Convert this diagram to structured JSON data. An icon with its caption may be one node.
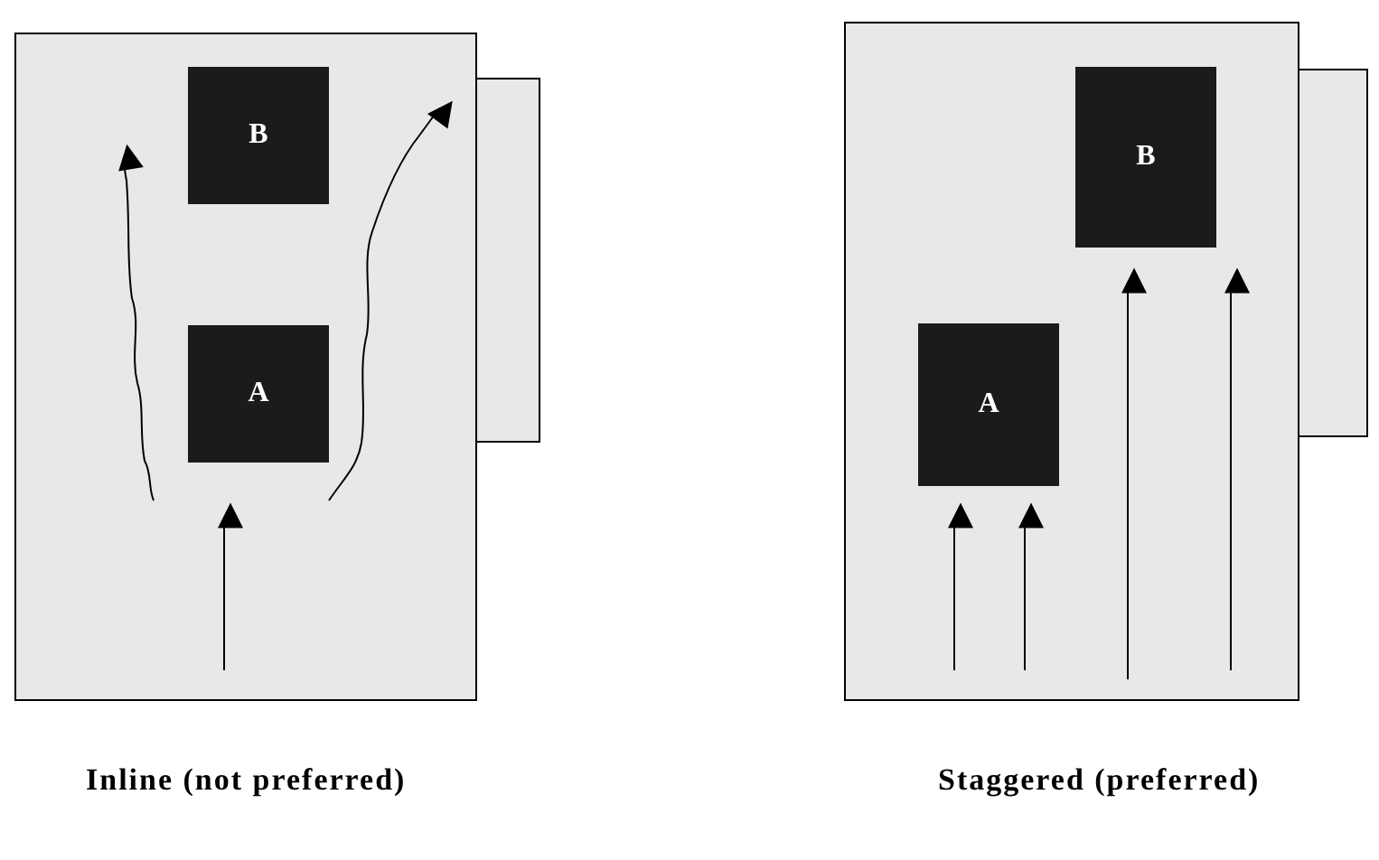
{
  "diagram": {
    "nodes": [
      {
        "text": [],
        "shape": "box",
        "beside": [
          "Inline (not preferred)"
        ]
      },
      {
        "text": [
          "B"
        ],
        "in": 0
      },
      {
        "text": [
          "A"
        ],
        "in": 0
      },
      {
        "text": [],
        "shape": "box"
      },
      {
        "text": [],
        "shape": "box",
        "beside": [
          "Staggered (preferred)"
        ]
      },
      {
        "text": [
          "B"
        ],
        "in": 4
      },
      {
        "text": [
          "A"
        ],
        "in": 4
      },
      {
        "text": [],
        "shape": "box"
      }
    ]
  }
}
